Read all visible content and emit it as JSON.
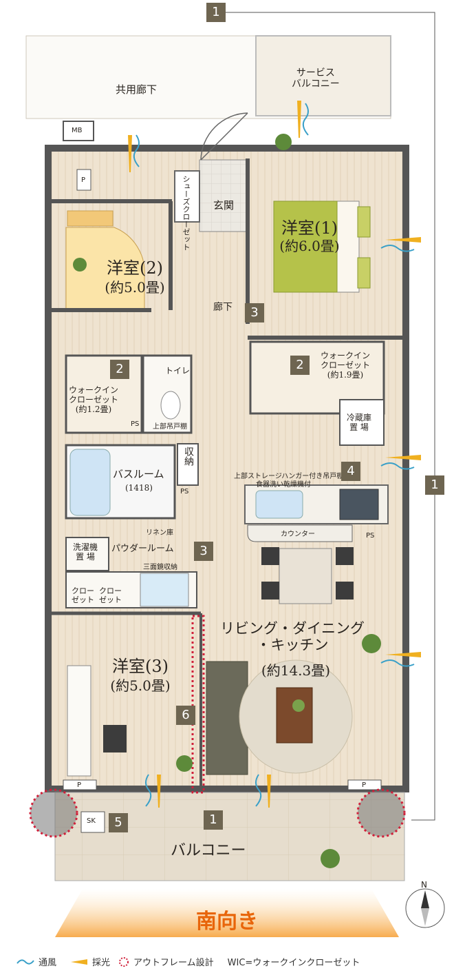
{
  "rooms": {
    "kyoyo_roka": "共用廊下",
    "service_balcony": "サービス\nバルコニー",
    "mb": "MB",
    "p_top": "P",
    "shoes_closet": "シューズクローゼット",
    "genkan": "玄関",
    "yoshitsu1": "洋室(1)",
    "yoshitsu1_size": "(約6.0畳)",
    "yoshitsu2": "洋室(2)",
    "yoshitsu2_size": "(約5.0畳)",
    "roka": "廊下",
    "wic_right": "ウォークイン\nクローゼット\n(約1.9畳)",
    "wic_left": "ウォークイン\nクローゼット\n(約1.2畳)",
    "toilet": "トイレ",
    "joubu_todana": "上部吊戸棚",
    "ps_left": "PS",
    "reizouko": "冷蔵庫\n置 場",
    "bathroom": "バスルーム",
    "bathroom_size": "(1418)",
    "shuno": "収納",
    "ps_mid": "PS",
    "storage_hanger": "上部ストレージハンガー付き吊戸棚",
    "dishwasher": "食器洗い乾燥機付",
    "counter": "カウンター",
    "ps_right": "PS",
    "linen": "リネン庫",
    "sentakuki": "洗濯機\n置 場",
    "powder_room": "パウダールーム",
    "mirror": "三面鏡収納",
    "closet1": "クロー\nゼット",
    "closet2": "クロー\nゼット",
    "ldk": "リビング・ダイニング\n・キッチン",
    "ldk_size": "(約14.3畳)",
    "yoshitsu3": "洋室(3)",
    "yoshitsu3_size": "(約5.0畳)",
    "p_bottom_left": "P",
    "p_bottom_right": "P",
    "sk": "SK",
    "balcony": "バルコニー"
  },
  "badges": {
    "b1_top": "1",
    "b1_right": "1",
    "b1_bottom": "1",
    "b2_left": "2",
    "b2_right": "2",
    "b3_roka": "3",
    "b3_powder": "3",
    "b4": "4",
    "b5": "5",
    "b6": "6"
  },
  "compass": "N",
  "south_label": "南向き",
  "legend": {
    "wind": "通風",
    "light": "採光",
    "outframe": "アウトフレーム設計",
    "wic": "WIC=ウォークインクローゼット"
  },
  "colors": {
    "badge": "#6e6551",
    "accent_orange": "#e8650a",
    "wind_blue": "#3aa0c8",
    "light_yellow": "#f0b020",
    "outframe_red": "#d0203a"
  }
}
